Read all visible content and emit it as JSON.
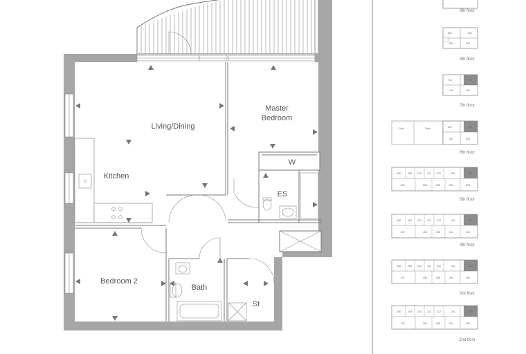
{
  "floorplan": {
    "rooms": {
      "living": "Living/Dining",
      "master_line1": "Master",
      "master_line2": "Bedroom",
      "kitchen": "Kitchen",
      "wardrobe": "W",
      "ensuite": "ES",
      "bedroom2": "Bedroom 2",
      "bath": "Bath",
      "store": "St"
    }
  },
  "key_plan": {
    "floors": [
      {
        "label": "9th floor",
        "units": []
      },
      {
        "label": "8th floor",
        "units": [
          "801",
          "802",
          "804",
          "803"
        ]
      },
      {
        "label": "7th floor",
        "units": [
          "701",
          "702",
          "704",
          "703"
        ]
      },
      {
        "label": "6th floor",
        "units": [
          "Roof",
          "Roof",
          "601",
          "602",
          "604",
          "603"
        ]
      },
      {
        "label": "5th floor",
        "units": [
          "508",
          "509",
          "510",
          "511",
          "512",
          "501",
          "502",
          "507",
          "506",
          "505",
          "504",
          "503"
        ]
      },
      {
        "label": "4th floor",
        "units": [
          "408",
          "409",
          "410",
          "411",
          "412",
          "401",
          "402",
          "407",
          "406",
          "405",
          "404",
          "403"
        ]
      },
      {
        "label": "3rd floor",
        "units": [
          "308",
          "309",
          "310",
          "311",
          "312",
          "301",
          "302",
          "307",
          "306",
          "305",
          "304",
          "303"
        ]
      },
      {
        "label": "2nd floor",
        "units": [
          "208",
          "209",
          "210",
          "211",
          "212",
          "201",
          "202",
          "207",
          "206",
          "205",
          "204",
          "203"
        ]
      }
    ],
    "highlight_color": "#8c8c8c"
  }
}
